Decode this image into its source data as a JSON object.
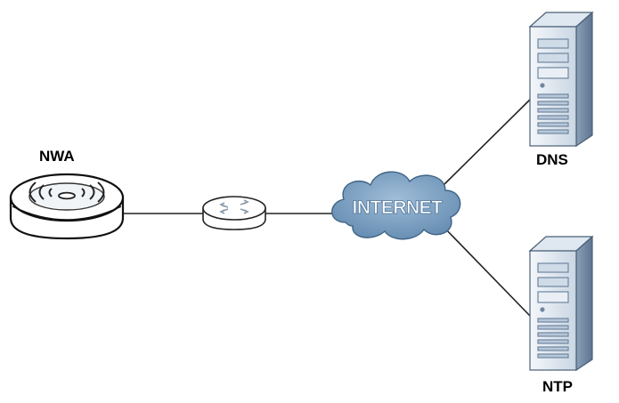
{
  "nodes": {
    "nwa": {
      "label": "NWA",
      "icon": "access-point-icon"
    },
    "router": {
      "icon": "router-icon"
    },
    "internet": {
      "label": "INTERNET",
      "icon": "cloud-icon"
    },
    "dns": {
      "label": "DNS",
      "icon": "server-icon"
    },
    "ntp": {
      "label": "NTP",
      "icon": "server-icon"
    }
  },
  "colors": {
    "line": "#222222",
    "cloud_fill": "#7fa3c4",
    "cloud_text": "#ffffff",
    "server_light": "#eef3f8",
    "server_mid": "#b7c7d8",
    "server_dark": "#6f86a0"
  }
}
